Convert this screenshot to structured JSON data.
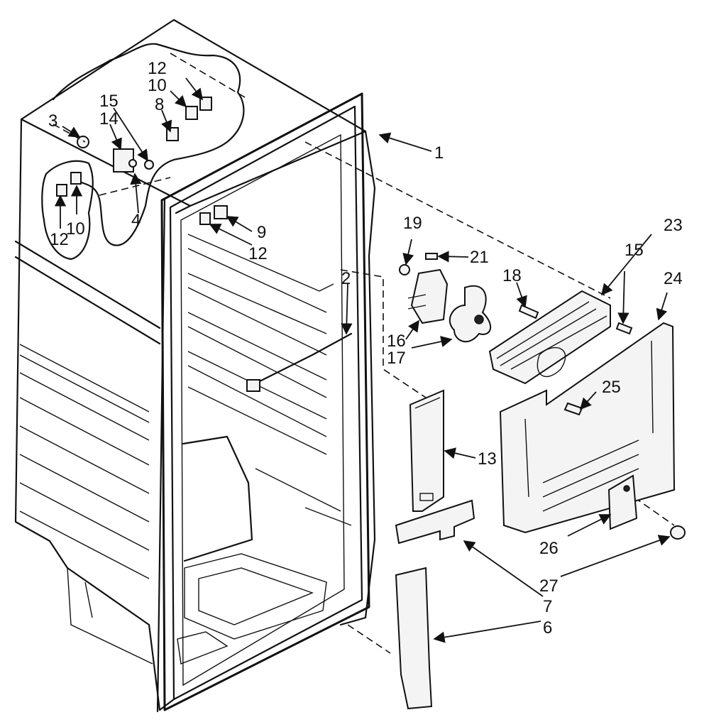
{
  "callouts": {
    "c1": "1",
    "c2": "2",
    "c3": "3",
    "c4": "4",
    "c6": "6",
    "c7": "7",
    "c8": "8",
    "c9": "9",
    "c10a": "10",
    "c10b": "10",
    "c12a": "12",
    "c12b": "12",
    "c12c": "12",
    "c13": "13",
    "c14": "14",
    "c15a": "15",
    "c15b": "15",
    "c16": "16",
    "c17": "17",
    "c18": "18",
    "c19": "19",
    "c21": "21",
    "c23": "23",
    "c24": "24",
    "c25": "25",
    "c26": "26",
    "c27": "27"
  }
}
